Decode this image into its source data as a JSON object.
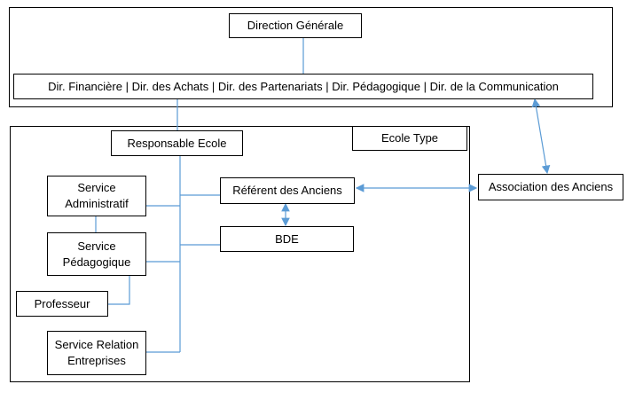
{
  "nodes": {
    "direction_generale": "Direction Générale",
    "directions": "Dir. Financière | Dir. des Achats | Dir. des Partenariats | Dir. Pédagogique | Dir. de la Communication",
    "responsable_ecole": "Responsable Ecole",
    "ecole_type": "Ecole Type",
    "service_administratif": "Service\nAdministratif",
    "service_pedagogique": "Service\nPédagogique",
    "professeur": "Professeur",
    "service_relation_entreprises": "Service Relation\nEntreprises",
    "referent_anciens": "Référent des Anciens",
    "bde": "BDE",
    "association_anciens": "Association des Anciens"
  },
  "colors": {
    "connector": "#5B9BD5",
    "border": "#000000"
  }
}
